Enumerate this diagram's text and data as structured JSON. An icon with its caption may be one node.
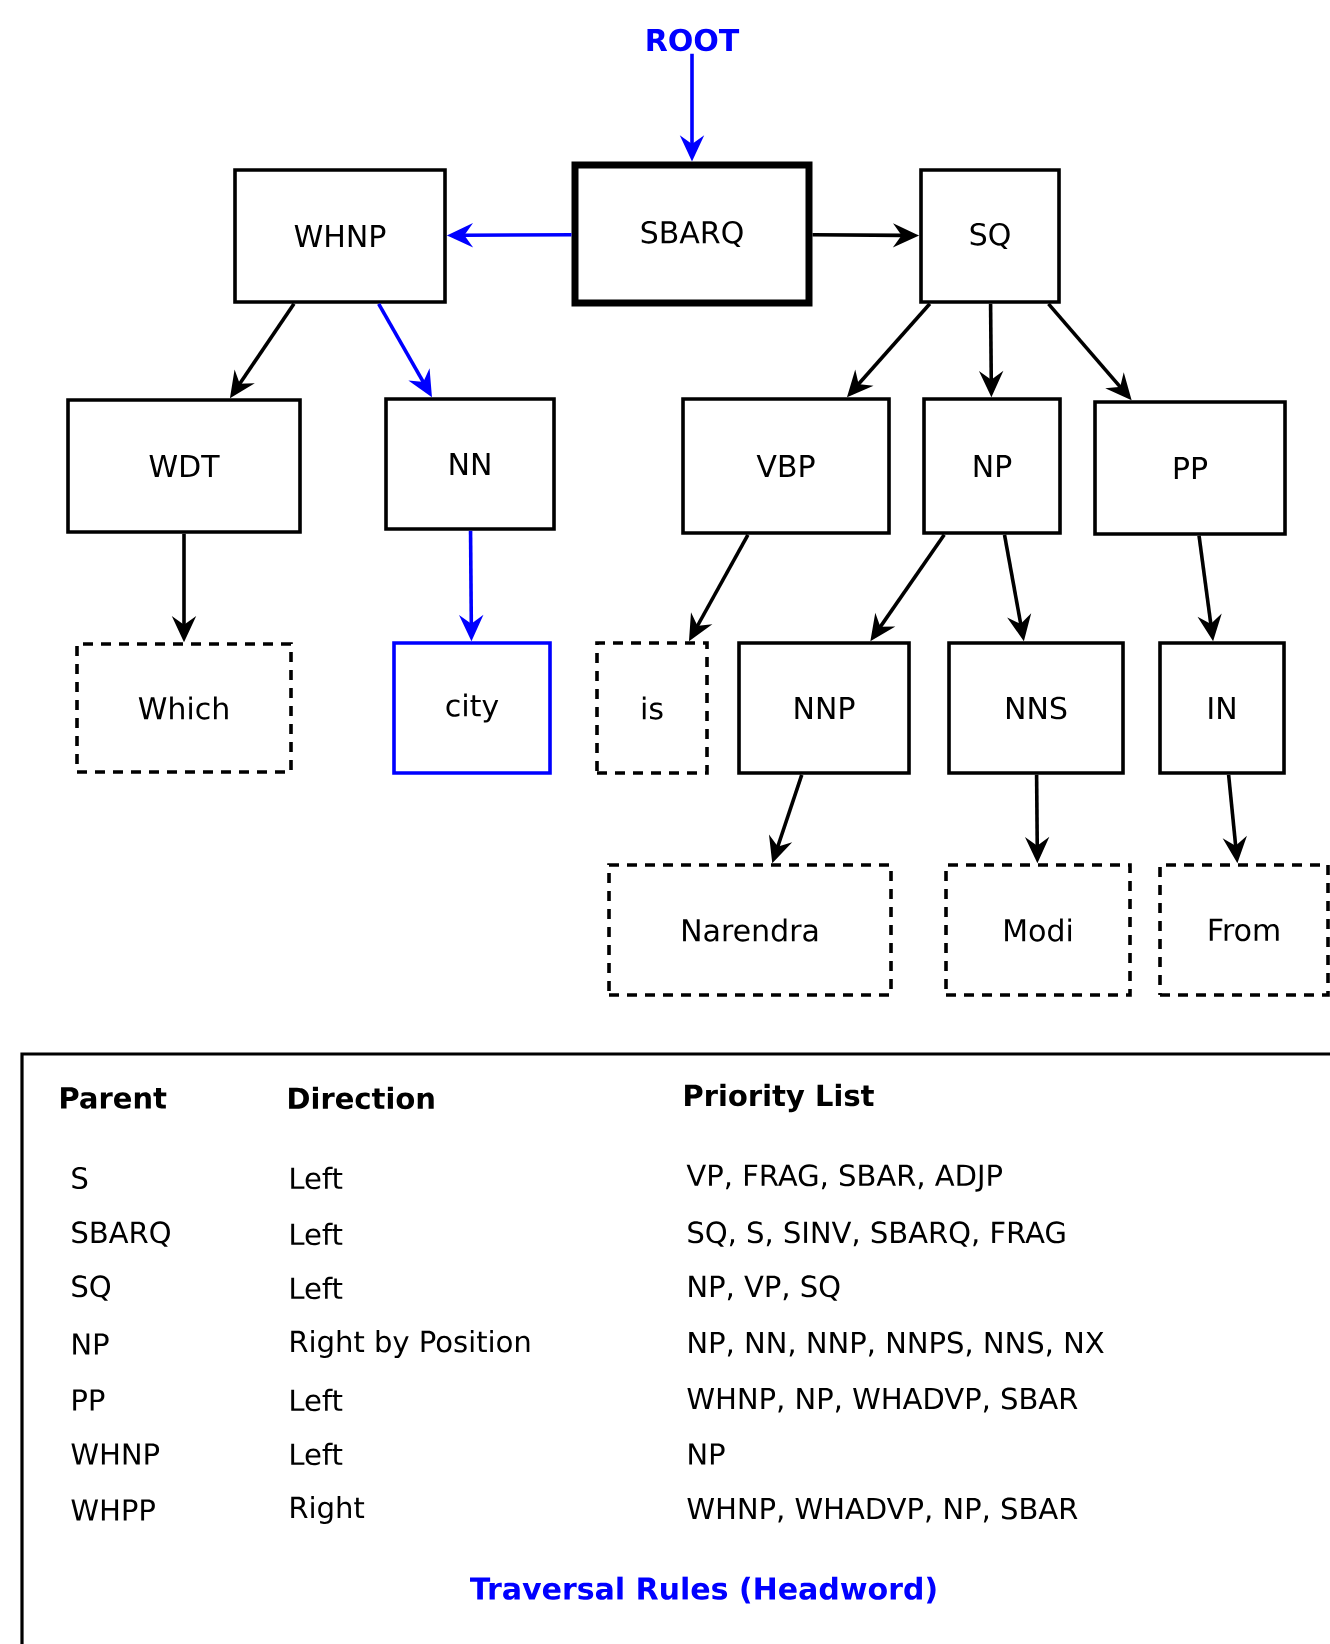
{
  "diagram": {
    "caption": "Traversal Rules (Headword)",
    "nodes": [
      {
        "text": [
          "ROOT"
        ]
      },
      {
        "text": [
          "SBARQ"
        ]
      },
      {
        "text": [
          "WHNP"
        ]
      },
      {
        "text": [
          "SQ"
        ]
      },
      {
        "text": [
          "WDT"
        ]
      },
      {
        "text": [
          "NN"
        ]
      },
      {
        "text": [
          "VBP"
        ]
      },
      {
        "text": [
          "NP"
        ]
      },
      {
        "text": [
          "PP"
        ]
      },
      {
        "text": [
          "Which"
        ]
      },
      {
        "text": [
          "city"
        ]
      },
      {
        "text": [
          "is"
        ]
      },
      {
        "text": [
          "NNP"
        ]
      },
      {
        "text": [
          "NNS"
        ]
      },
      {
        "text": [
          "IN"
        ]
      },
      {
        "text": [
          "Narendra"
        ]
      },
      {
        "text": [
          "Modi"
        ]
      },
      {
        "text": [
          "From"
        ]
      }
    ],
    "edges": [
      {
        "from": 0,
        "to": 1,
        "arrow": "to",
        "color": "#0000ff"
      },
      {
        "from": 1,
        "to": 2,
        "arrow": "to",
        "color": "#0000ff"
      },
      {
        "from": 1,
        "to": 3,
        "arrow": "to"
      },
      {
        "from": 2,
        "to": 4,
        "arrow": "to"
      },
      {
        "from": 2,
        "to": 5,
        "arrow": "to",
        "color": "#0000ff"
      },
      {
        "from": 3,
        "to": 6,
        "arrow": "to"
      },
      {
        "from": 3,
        "to": 7,
        "arrow": "to"
      },
      {
        "from": 3,
        "to": 8,
        "arrow": "to"
      },
      {
        "from": 4,
        "to": 9,
        "arrow": "to"
      },
      {
        "from": 5,
        "to": 10,
        "arrow": "to",
        "color": "#0000ff"
      },
      {
        "from": 6,
        "to": 11,
        "arrow": "to"
      },
      {
        "from": 7,
        "to": 12,
        "arrow": "to"
      },
      {
        "from": 7,
        "to": 13,
        "arrow": "to"
      },
      {
        "from": 8,
        "to": 14,
        "arrow": "to"
      },
      {
        "from": 12,
        "to": 15,
        "arrow": "to"
      },
      {
        "from": 13,
        "to": 16,
        "arrow": "to"
      },
      {
        "from": 14,
        "to": 17,
        "arrow": "to"
      }
    ],
    "labels": [
      "Parent",
      "Direction",
      "Priority List",
      "S",
      "Left",
      "VP, FRAG, SBAR, ADJP",
      "SBARQ",
      "Left",
      "SQ, S, SINV, SBARQ, FRAG",
      "SQ",
      "Left",
      "NP, VP, SQ",
      "NP",
      "Right by Position",
      "NP, NN, NNP, NNPS, NNS, NX",
      "PP",
      "Left",
      "WHNP, NP, WHADVP, SBAR",
      "WHNP",
      "Left",
      "NP",
      "WHPP",
      "Right",
      "WHNP, WHADVP, NP, SBAR"
    ]
  }
}
